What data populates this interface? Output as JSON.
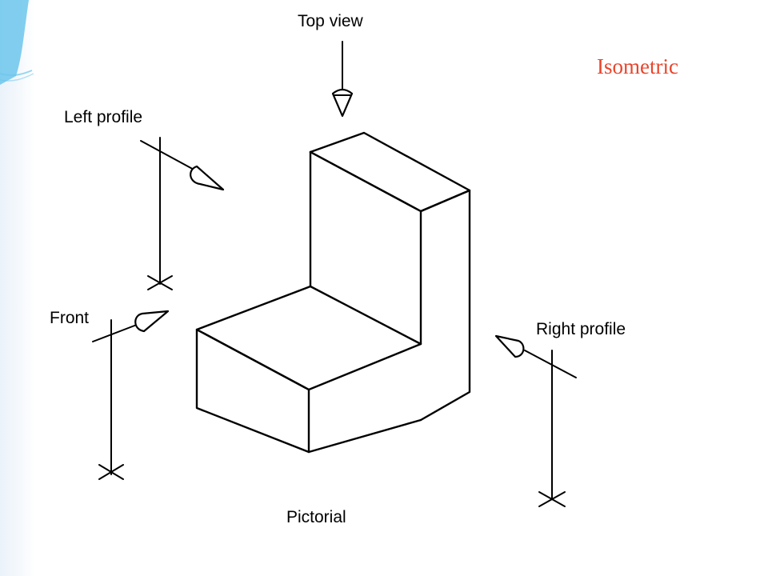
{
  "slide": {
    "title": "Isometric",
    "title_color": "#e8452c",
    "edge_color": "#6cc6ec"
  },
  "diagram": {
    "labels": {
      "top_view": "Top view",
      "left_profile": "Left profile",
      "front": "Front",
      "right_profile": "Right profile",
      "pictorial": "Pictorial"
    }
  }
}
